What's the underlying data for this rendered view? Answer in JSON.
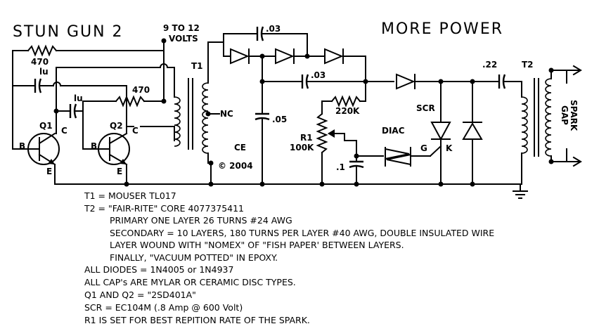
{
  "title": "STUN GUN 2",
  "subtitle": "MORE POWER",
  "labels": {
    "supply": [
      "9 TO 12",
      "VOLTS"
    ],
    "r_470_top": "470",
    "cap_1u_a": "lu",
    "cap_1u_b": "lu",
    "r_470_mid": "470",
    "t1": "T1",
    "nc": "NC",
    "ce_mark": "CE",
    "copyright": "© 2004",
    "cap_03_top": ".03",
    "cap_03_mid": ".03",
    "r_220k": "220K",
    "cap_05": ".05",
    "r1_name": "R1",
    "r1_value": "100K",
    "cap_1": ".1",
    "diac": "DIAC",
    "scr": "SCR",
    "scr_g": "G",
    "scr_k": "K",
    "cap_22": ".22",
    "t2": "T2",
    "spark_gap": [
      "SPARK",
      "GAP"
    ],
    "q1": "Q1",
    "q2": "Q2",
    "q1_b": "B",
    "q1_c": "C",
    "q1_e": "E",
    "q2_b": "B",
    "q2_c": "C",
    "q2_e": "E"
  },
  "notes": [
    "T1 = MOUSER TL017",
    "T2 = \"FAIR-RITE\" CORE 4077375411",
    "PRIMARY ONE LAYER 26 TURNS #24 AWG",
    "SECONDARY = 10 LAYERS, 180 TURNS PER LAYER #40 AWG, DOUBLE INSULATED WIRE",
    "LAYER WOUND WITH \"NOMEX\" OF \"FISH PAPER' BETWEEN LAYERS.",
    "FINALLY, \"VACUUM POTTED\" IN EPOXY.",
    "ALL DIODES = 1N4005 or 1N4937",
    "ALL CAP's ARE MYLAR OR CERAMIC DISC TYPES.",
    "Q1 AND Q2 = \"2SD401A\"",
    "SCR = EC104M (.8 Amp @ 600 Volt)",
    "R1 IS SET FOR BEST REPITION RATE OF THE SPARK."
  ]
}
